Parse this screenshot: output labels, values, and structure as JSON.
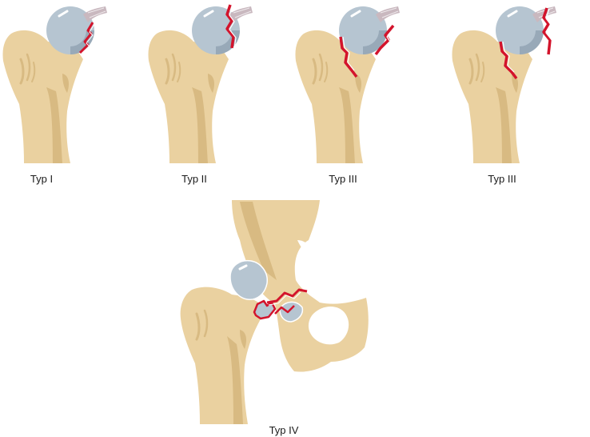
{
  "labels": {
    "typ1": "Typ I",
    "typ2": "Typ II",
    "typ3a": "Typ III",
    "typ3b": "Typ III",
    "typ4": "Typ IV"
  },
  "colors": {
    "bone": "#ead1a0",
    "bone_shadow": "#d8ba82",
    "head": "#b6c5d1",
    "head_shadow": "#98a9b8",
    "ligament": "#c9b8bf",
    "fracture": "#d3142c",
    "outline": "#ffffff"
  }
}
